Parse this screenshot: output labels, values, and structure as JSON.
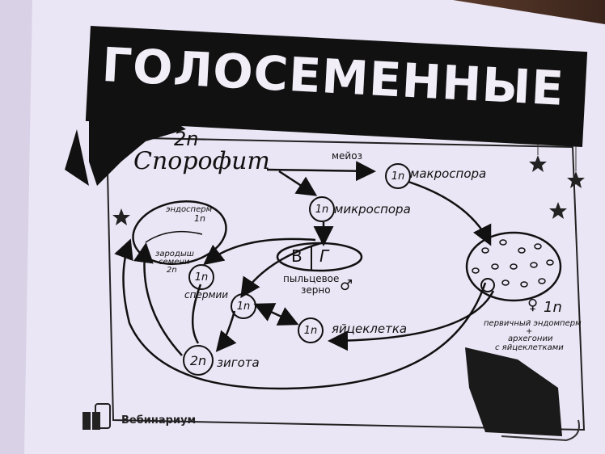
{
  "title": "ГОЛОСЕМЕННЫЕ",
  "sporophyte": {
    "ploidy": "2n",
    "label": "Спорофит"
  },
  "meiosis_label": "мейоз",
  "macrospore": {
    "ploidy": "1n",
    "label": "макроспора"
  },
  "microspore": {
    "ploidy": "1n",
    "label": "микроспора"
  },
  "pollen": {
    "letter_left": "В",
    "letter_right": "Г",
    "label_line1": "пыльцевое",
    "label_line2": "зерно",
    "symbol": "♂"
  },
  "seed": {
    "endosperm_label": "эндосперм",
    "endosperm_ploidy": "1n",
    "embryo_line1": "зародыш",
    "embryo_line2": "семени",
    "embryo_ploidy": "2n"
  },
  "sperm": {
    "ploidy": "1n",
    "label": "спермии",
    "ploidy2": "1n"
  },
  "egg": {
    "ploidy": "1n",
    "label": "яйцеклетка"
  },
  "zygote": {
    "ploidy": "2n",
    "label": "зигота"
  },
  "female": {
    "symbol": "♀",
    "ploidy": "1n",
    "line1": "первичный эндомперм",
    "plus": "+",
    "line2": "архегонии",
    "line3": "с яйцеклетками"
  },
  "brand": "Вебинариум",
  "colors": {
    "paper": "#ebe6f5",
    "ink": "#111111",
    "band": "#111111",
    "title_text": "#f2eef8"
  }
}
